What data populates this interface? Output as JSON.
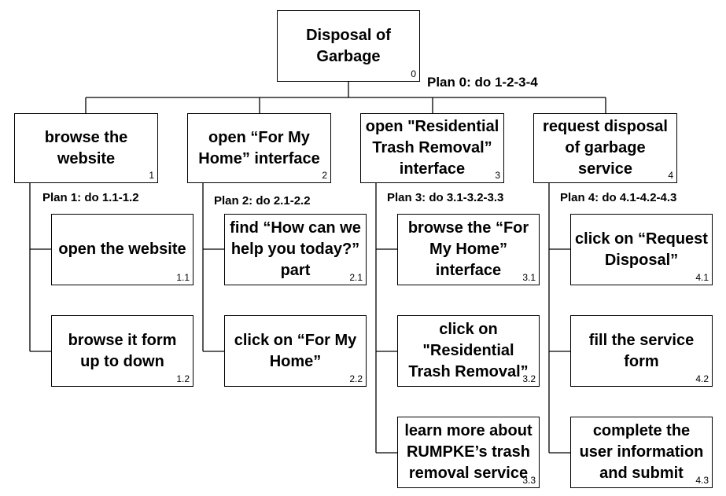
{
  "root": {
    "label": "Disposal of\nGarbage",
    "number": "0",
    "plan": "Plan 0: do 1-2-3-4"
  },
  "tasks": [
    {
      "label": "browse the\nwebsite",
      "number": "1",
      "plan": "Plan 1: do 1.1-1.2",
      "subtasks": [
        {
          "label": "open the website",
          "number": "1.1"
        },
        {
          "label": "browse it form\nup to down",
          "number": "1.2"
        }
      ]
    },
    {
      "label": "open “For My\nHome” interface",
      "number": "2",
      "plan": "Plan 2: do 2.1-2.2",
      "subtasks": [
        {
          "label": "find “How can we\nhelp you today?”\npart",
          "number": "2.1"
        },
        {
          "label": "click on “For My\nHome”",
          "number": "2.2"
        }
      ]
    },
    {
      "label": "open \"Residential\nTrash Removal”\ninterface",
      "number": "3",
      "plan": "Plan 3: do 3.1-3.2-3.3",
      "subtasks": [
        {
          "label": "browse the “For\nMy Home”\ninterface",
          "number": "3.1"
        },
        {
          "label": "click on\n\"Residential\nTrash Removal”",
          "number": "3.2"
        },
        {
          "label": "learn more about\nRUMPKE’s trash\nremoval service",
          "number": "3.3"
        }
      ]
    },
    {
      "label": "request disposal\nof garbage\nservice",
      "number": "4",
      "plan": "Plan 4: do 4.1-4.2-4.3",
      "subtasks": [
        {
          "label": "click on “Request\nDisposal”",
          "number": "4.1"
        },
        {
          "label": "fill the service\nform",
          "number": "4.2"
        },
        {
          "label": "complete the\nuser information\nand submit",
          "number": "4.3"
        }
      ]
    }
  ]
}
